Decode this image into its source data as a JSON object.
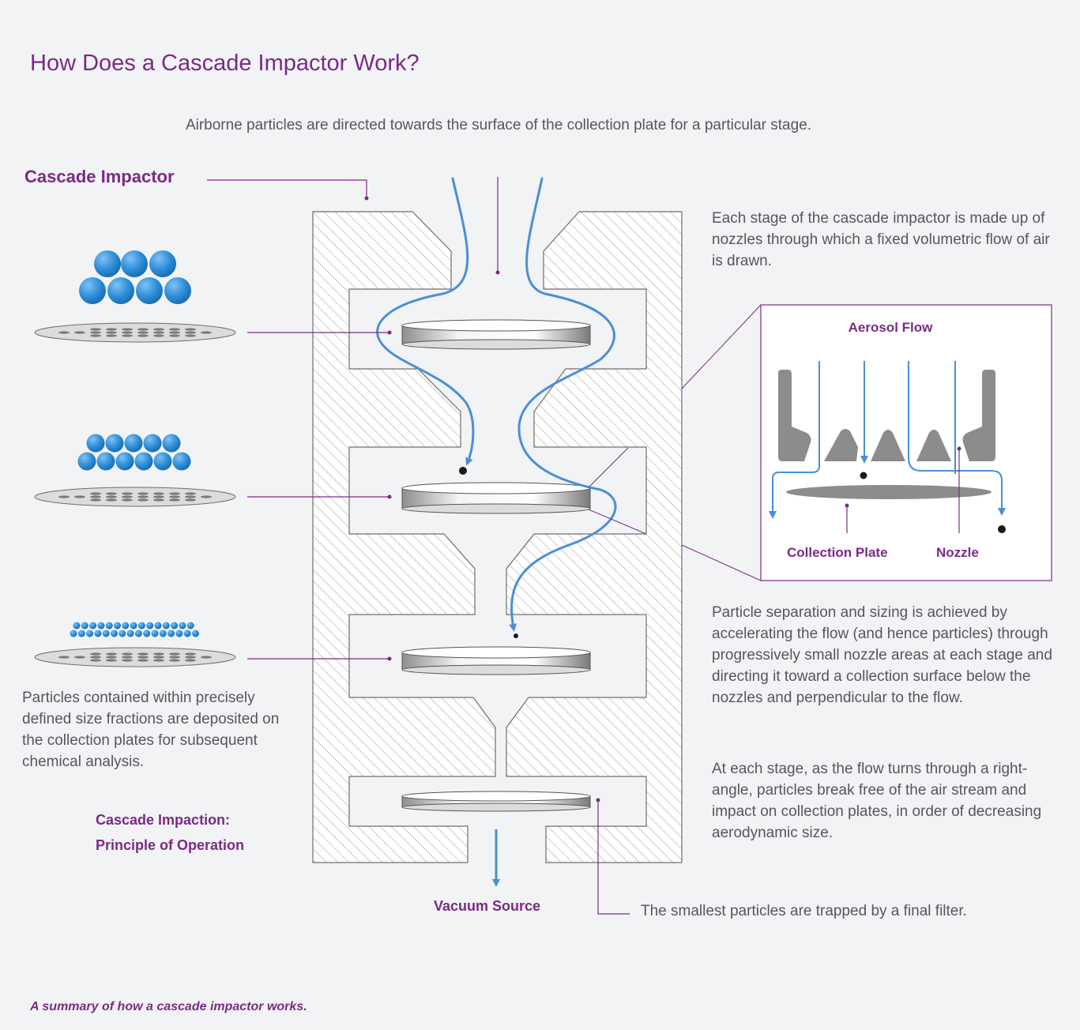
{
  "title": "How Does a Cascade Impactor Work?",
  "top_text": "Airborne particles are directed towards the surface of the collection plate for a particular stage.",
  "cascade_label": "Cascade Impactor",
  "stage_text": "Each stage of the cascade impactor is made up of nozzles through which a fixed volumetric flow of air is drawn.",
  "inset": {
    "aerosol_flow": "Aerosol Flow",
    "collection_plate": "Collection Plate",
    "nozzle": "Nozzle"
  },
  "separation_text": "Particle separation and sizing is achieved by accelerating the flow (and hence particles) through progressively small nozzle areas at each stage and directing it toward a collection surface below the nozzles and perpendicular to the flow.",
  "right_angle_text": "At each stage, as the flow turns through a right-angle, particles break free of the air stream and impact on collection plates, in order of decreasing aerodynamic size.",
  "fractions_text": "Particles contained within precisely defined size fractions are deposited on the collection plates for subsequent chemical analysis.",
  "principle_line1": "Cascade Impaction:",
  "principle_line2": "Principle of Operation",
  "vacuum": "Vacuum Source",
  "filter_text": "The smallest particles are trapped by a final filter.",
  "caption": "A summary of how a cascade impactor works.",
  "colors": {
    "accent": "#7b2a86",
    "flow": "#4a8fd4",
    "particle": "#2f8fd8",
    "text": "#55575a",
    "background": "#f2f3f5"
  }
}
